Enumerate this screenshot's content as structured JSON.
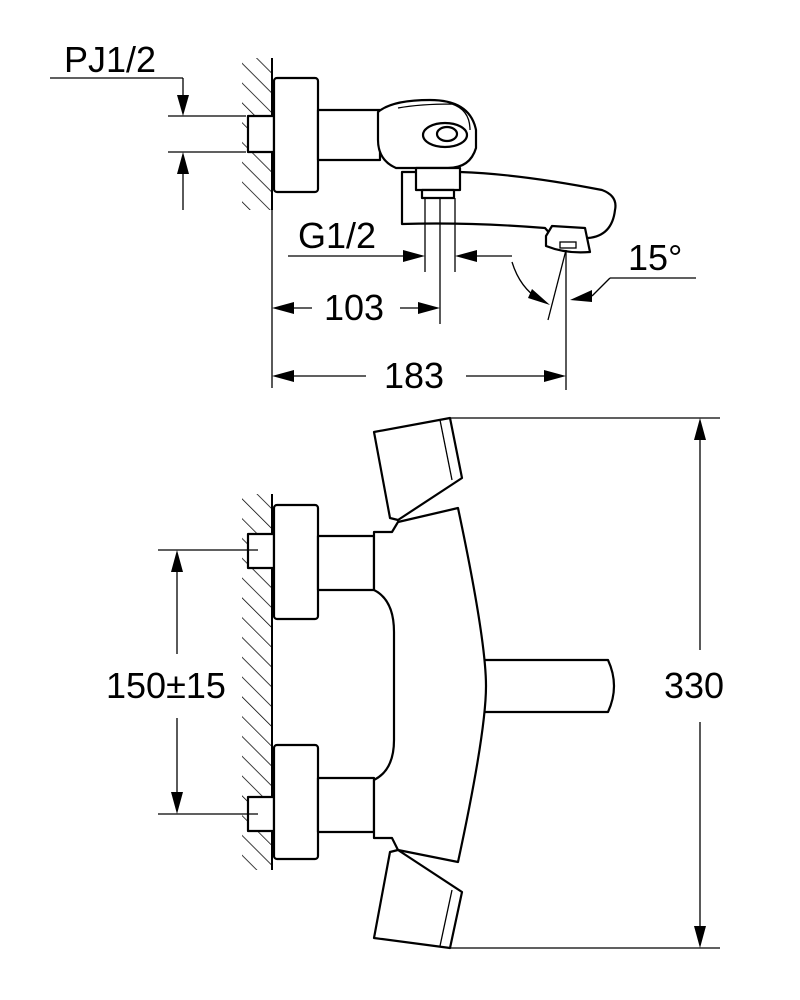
{
  "labels": {
    "inlet_thread": "PJ1/2",
    "outlet_thread": "G1/2",
    "spout_angle": "15°",
    "depth_to_outlet": "103",
    "total_depth": "183",
    "inlet_spacing": "150±15",
    "total_height": "330"
  }
}
